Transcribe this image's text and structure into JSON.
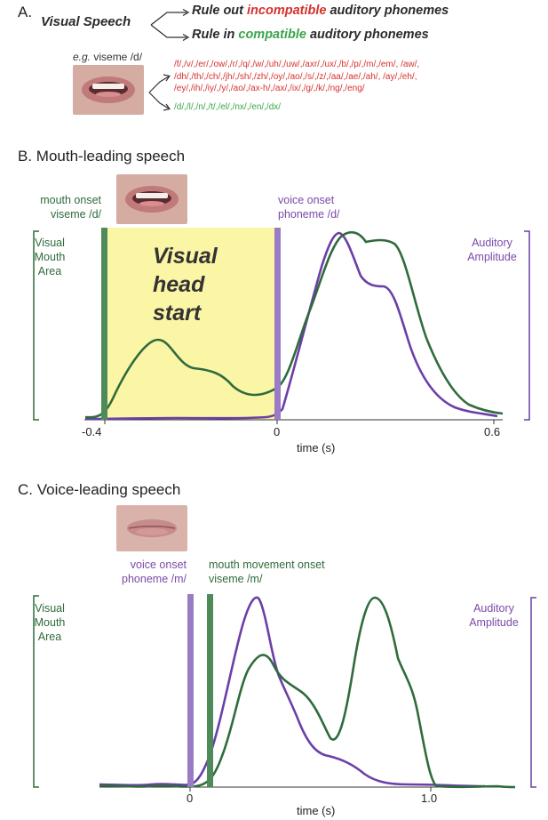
{
  "panel_a": {
    "label": "A.",
    "visual_speech": "Visual Speech",
    "rule_out_prefix": "Rule out ",
    "rule_out_highlight": "incompatible",
    "rule_out_suffix": " auditory phonemes",
    "rule_in_prefix": "Rule in ",
    "rule_in_highlight": "compatible",
    "rule_in_suffix": " auditory phonemes",
    "eg_prefix": "e.g.",
    "eg_text": " viseme /d/",
    "incompatible_lines": [
      "/f/,/v/,/er/,/ow/,/r/,/q/,/w/,/uh/,/uw/,/axr/,/ux/,/b/,/p/,/m/,/em/, /aw/,",
      "/dh/,/th/,/ch/,/jh/,/sh/,/zh/,/oy/,/ao/,/s/,/z/,/aa/,/ae/,/ah/, /ay/,/eh/,",
      "/ey/,/ih/,/iy/,/y/,/ao/,/ax-h/,/ax/,/ix/,/g/,/k/,/ng/,/eng/"
    ],
    "compatible_line": "/d/,/l/,/n/,/t/,/el/,/nx/,/en/,/dx/",
    "colors": {
      "incompatible": "#d6322e",
      "compatible": "#3aa54a"
    }
  },
  "panel_b": {
    "label": "B. Mouth-leading speech",
    "mouth_onset_line1": "mouth onset",
    "mouth_onset_line2": "viseme /d/",
    "voice_onset_line1": "voice onset",
    "voice_onset_line2": "phoneme /d/",
    "left_axis_line1": "Visual",
    "left_axis_line2": "Mouth",
    "left_axis_line3": "Area",
    "right_axis_line1": "Auditory",
    "right_axis_line2": "Amplitude",
    "head_start_line1": "Visual",
    "head_start_line2": "head",
    "head_start_line3": "start",
    "ticks": [
      "-0.4",
      "0",
      "0.6"
    ],
    "xlabel": "time (s)"
  },
  "panel_c": {
    "label": "C. Voice-leading speech",
    "voice_onset_line1": "voice onset",
    "voice_onset_line2": "phoneme /m/",
    "mouth_onset_line1": "mouth movement onset",
    "mouth_onset_line2": "viseme /m/",
    "left_axis_line1": "Visual",
    "left_axis_line2": "Mouth",
    "left_axis_line3": "Area",
    "right_axis_line1": "Auditory",
    "right_axis_line2": "Amplitude",
    "ticks": [
      "0",
      "1.0"
    ],
    "xlabel": "time (s)"
  },
  "colors": {
    "visual": "#2f6b3c",
    "auditory": "#6b3fa8",
    "visual_bar": "#4f8a5a",
    "auditory_bar": "#9a7cc4",
    "head_start_fill": "#fbf5a6"
  }
}
